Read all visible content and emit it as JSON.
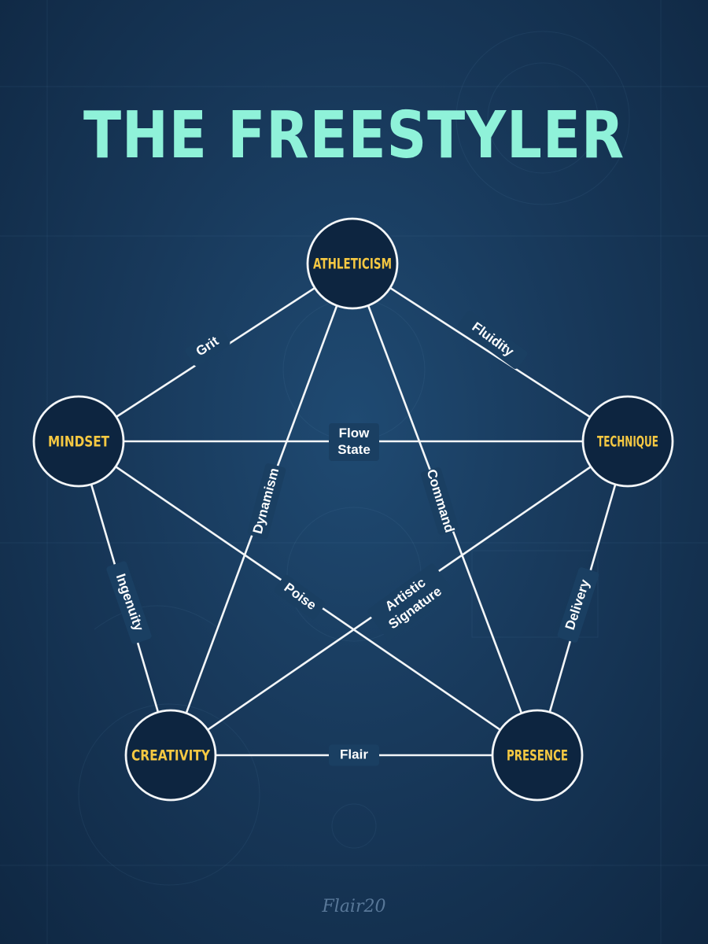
{
  "title": "THE FREESTYLER",
  "signature": "Flair20",
  "colors": {
    "title": "#8ff2d9",
    "node_label": "#f5c842",
    "node_fill": "#0d2540",
    "line": "#f3f6f8",
    "background": "#18395b"
  },
  "nodes": [
    {
      "id": "athleticism",
      "label": "ATHLETICISM"
    },
    {
      "id": "mindset",
      "label": "MINDSET"
    },
    {
      "id": "technique",
      "label": "TECHNIQUE"
    },
    {
      "id": "creativity",
      "label": "CREATIVITY"
    },
    {
      "id": "presence",
      "label": "PRESENCE"
    }
  ],
  "edges": [
    {
      "from": "athleticism",
      "to": "mindset",
      "label": [
        "Grit"
      ]
    },
    {
      "from": "athleticism",
      "to": "technique",
      "label": [
        "Fluidity"
      ]
    },
    {
      "from": "mindset",
      "to": "technique",
      "label": [
        "Flow",
        "State"
      ]
    },
    {
      "from": "athleticism",
      "to": "creativity",
      "label": [
        "Dynamism"
      ]
    },
    {
      "from": "athleticism",
      "to": "presence",
      "label": [
        "Command"
      ]
    },
    {
      "from": "mindset",
      "to": "creativity",
      "label": [
        "Ingenuity"
      ]
    },
    {
      "from": "mindset",
      "to": "presence",
      "label": [
        "Poise"
      ]
    },
    {
      "from": "technique",
      "to": "creativity",
      "label": [
        "Artistic",
        "Signature"
      ]
    },
    {
      "from": "technique",
      "to": "presence",
      "label": [
        "Delivery"
      ]
    },
    {
      "from": "creativity",
      "to": "presence",
      "label": [
        "Flair"
      ]
    }
  ]
}
